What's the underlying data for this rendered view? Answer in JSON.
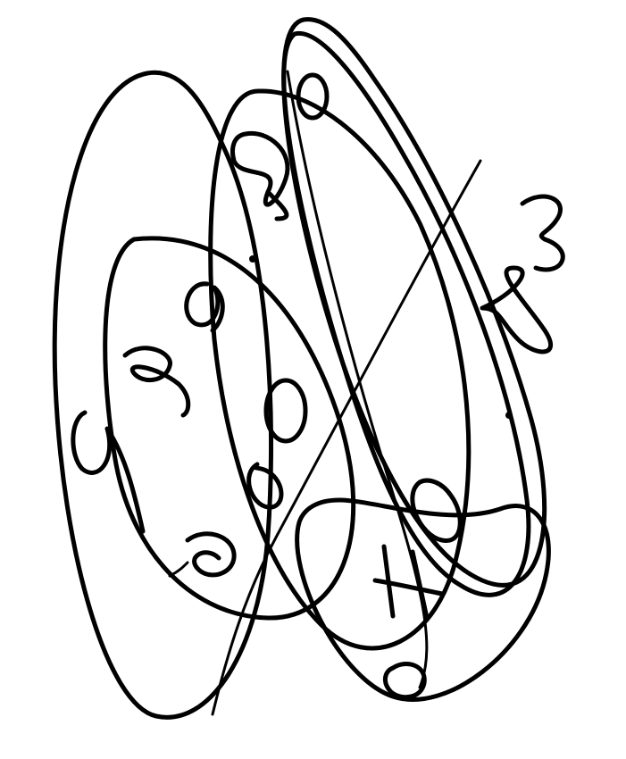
{
  "diagram": {
    "ink_color": "#000000",
    "background_color": "#ffffff",
    "rotation_note_visible": false,
    "labels": [
      "3",
      "8",
      "9",
      "8",
      "9",
      "0",
      "9",
      "0",
      "4",
      "0",
      "6",
      "9",
      "8"
    ]
  }
}
